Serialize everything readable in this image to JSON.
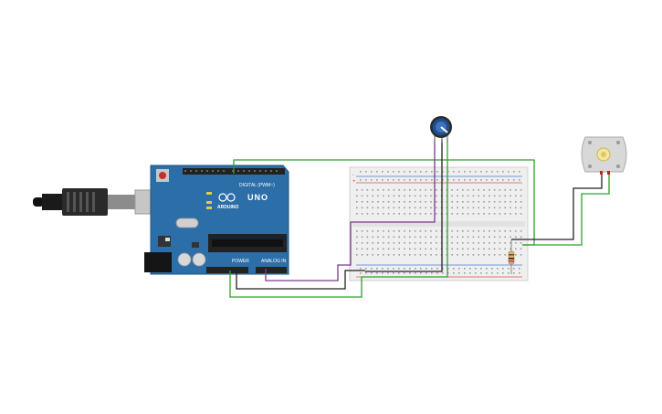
{
  "arduino": {
    "digital_label": "DIGITAL (PWM~)",
    "brand": "ARDUINO",
    "model": "UNO",
    "power_label": "POWER",
    "analog_label": "ANALOG IN"
  },
  "breadboard": {
    "rail_plus": "+",
    "rail_minus": "-"
  },
  "colors": {
    "wire_green": "#2ca02c",
    "wire_black": "#222222",
    "wire_purple": "#7a3a8e",
    "board_blue": "#2b6ea8",
    "motor_body": "#d8d8d8",
    "pot_knob": "#1f4e8c"
  },
  "icons": [
    "usb-cable-icon",
    "potentiometer-icon",
    "dc-motor-icon",
    "resistor-icon"
  ]
}
